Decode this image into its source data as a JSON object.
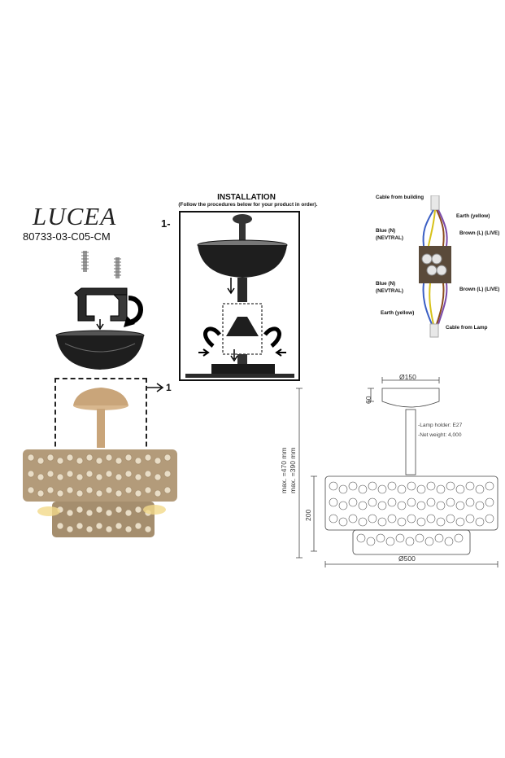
{
  "brand": {
    "name": "LUCEA",
    "code": "80733-03-C05-CM"
  },
  "installation": {
    "title": "INSTALLATION",
    "subtitle": "(Follow the procedures below for your product in order).",
    "step_label": "1-"
  },
  "callout_label": "1",
  "wiring": {
    "top": {
      "cable_label": "Cable from building",
      "earth": "Earth (yellow)",
      "blue_line1": "Blue (N)",
      "blue_line2": "(NEVTRAL)",
      "brown": "Brown (L) (LIVE)"
    },
    "bottom": {
      "blue_line1": "Blue (N)",
      "blue_line2": "(NEVTRAL)",
      "brown": "Brown (L) (LIVE)",
      "earth": "Earth (yellow)",
      "cable_label": "Cable from Lamp"
    },
    "colors": {
      "blue": "#3b5fc4",
      "brown": "#8a4b1c",
      "earth": "#d7c21a",
      "purple": "#7a4aa8"
    }
  },
  "dimensions": {
    "canopy_diameter": "Ø150",
    "canopy_height": "60",
    "max_1": "max. =470 mm",
    "max_2": "max. =390 mm",
    "body_height": "200",
    "body_diameter": "Ø500",
    "lamp_holder": "-Lamp holder: E27",
    "net_weight": "-Net weight: 4,000"
  },
  "colors": {
    "wood": "#c9a57a",
    "bead": "#e2d5bc",
    "dark_metal": "#1e1e1e"
  }
}
